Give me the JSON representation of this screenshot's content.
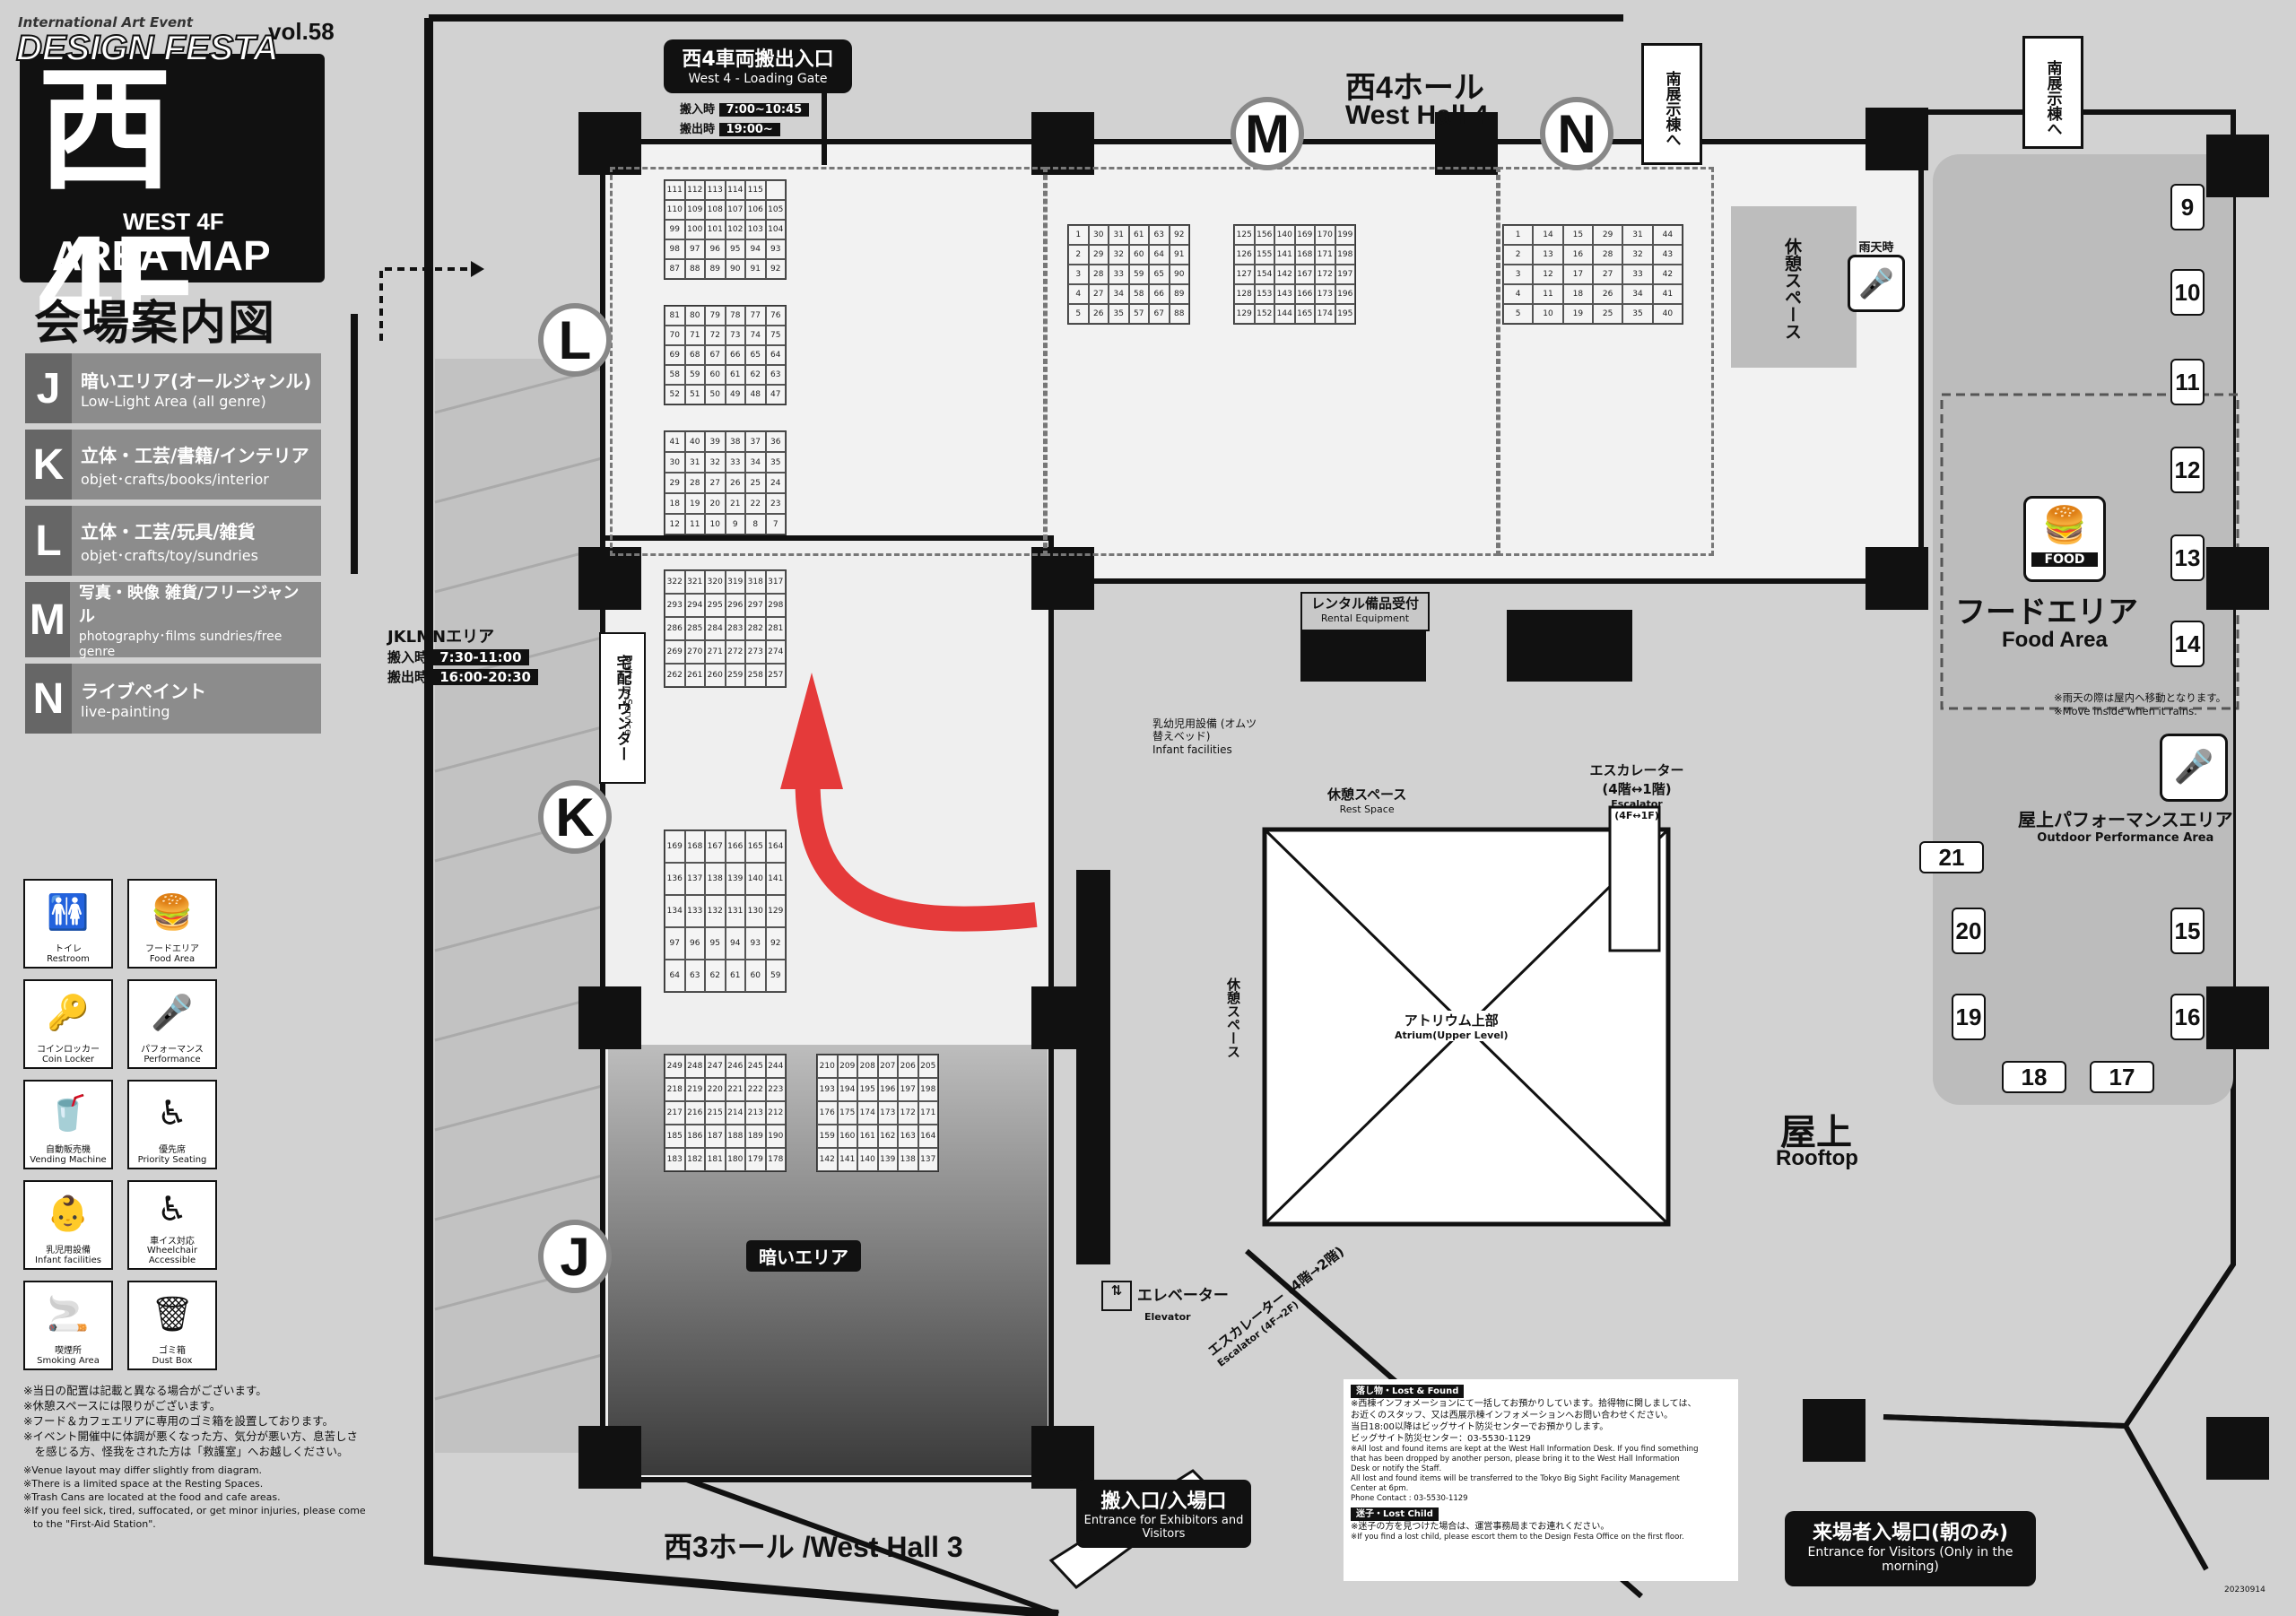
{
  "header": {
    "logo_line1": "International Art Event",
    "logo_line2": "DESIGN FESTA",
    "logo_vol": "vol.58",
    "floor": "西4F",
    "floor_en": "WEST 4F",
    "area_map": "AREA MAP",
    "title_jp": "会場案内図"
  },
  "legend": [
    {
      "letter": "J",
      "jp": "暗いエリア(オールジャンル)",
      "en": "Low-Light Area (all genre)"
    },
    {
      "letter": "K",
      "jp": "立体・工芸/書籍/インテリア",
      "en": "objet･crafts/books/interior"
    },
    {
      "letter": "L",
      "jp": "立体・工芸/玩具/雑貨",
      "en": "objet･crafts/toy/sundries"
    },
    {
      "letter": "M",
      "jp": "写真・映像 雑貨/フリージャンル",
      "en": "photography･films sundries/free genre"
    },
    {
      "letter": "N",
      "jp": "ライブペイント",
      "en": "live-painting"
    }
  ],
  "icons": [
    {
      "icon": "restroom-icon",
      "glyph": "🚻",
      "jp": "トイレ",
      "en": "Restroom"
    },
    {
      "icon": "food-icon",
      "glyph": "🍔",
      "jp": "フードエリア",
      "en": "Food Area"
    },
    {
      "icon": "coin-locker-icon",
      "glyph": "🔑",
      "jp": "コインロッカー",
      "en": "Coin Locker"
    },
    {
      "icon": "performance-icon",
      "glyph": "🎤",
      "jp": "パフォーマンス",
      "en": "Performance"
    },
    {
      "icon": "vending-machine-icon",
      "glyph": "🥤",
      "jp": "自動販売機",
      "en": "Vending Machine"
    },
    {
      "icon": "priority-seating-icon",
      "glyph": "♿",
      "jp": "優先席",
      "en": "Priority Seating"
    },
    {
      "icon": "infant-facilities-icon",
      "glyph": "👶",
      "jp": "乳児用設備",
      "en": "Infant facilities"
    },
    {
      "icon": "wheelchair-icon",
      "glyph": "♿",
      "jp": "車イス対応",
      "en": "Wheelchair Accessible"
    },
    {
      "icon": "smoking-area-icon",
      "glyph": "🚬",
      "jp": "喫煙所",
      "en": "Smoking Area"
    },
    {
      "icon": "dust-box-icon",
      "glyph": "🗑",
      "jp": "ゴミ箱",
      "en": "Dust Box"
    }
  ],
  "notes_left": [
    "※当日の配置は記載と異なる場合がございます。",
    "※休憩スペースには限りがございます。",
    "※フード＆カフェエリアに専用のゴミ箱を設置しております。",
    "※イベント開催中に体調が悪くなった方、気分が悪い方、息苦しさ",
    "　を感じる方、怪我をされた方は「救護室」へお越しください。",
    "※Venue layout may differ slightly from diagram.",
    "※There is a limited space at the Resting Spaces.",
    "※Trash Cans are located at the food and cafe areas.",
    "※If you feel sick, tired, suffocated, or get minor injuries, please come",
    "　to the \"First-Aid Station\"."
  ],
  "zone_circles": [
    "L",
    "K",
    "J",
    "M",
    "N"
  ],
  "jklmn_area": {
    "label": "JKLMNエリア",
    "in_label": "搬入時",
    "in_time": "7:30-11:00",
    "out_label": "搬出時",
    "out_time": "16:00-20:30"
  },
  "loading_gate": {
    "jp": "西4車両搬出入口",
    "en": "West 4 - Loading Gate",
    "in_label": "搬入時",
    "in_time": "7:00~10:45",
    "out_label": "搬出時",
    "out_time": "19:00~"
  },
  "hall": {
    "jp": "西4ホール",
    "en": "West Hall 4"
  },
  "hall3": "西3ホール /West Hall 3",
  "south_signs": [
    {
      "jp": "南展示棟へ",
      "en": "To the South Halls"
    },
    {
      "jp": "南展示棟へ",
      "en": "To the South Halls"
    }
  ],
  "delivery": {
    "jp": "宅配カウンター",
    "en": "Delivery Service"
  },
  "rental": {
    "jp": "レンタル備品受付",
    "en": "Rental Equipment"
  },
  "rest_spaces": [
    {
      "jp": "休憩スペース",
      "en": "Rest Space"
    },
    {
      "jp": "休憩スペース",
      "en": "Rest Space"
    },
    {
      "jp": "休憩スペース",
      "en": "Rest Space"
    }
  ],
  "rainy": "雨天時",
  "food_area": {
    "jp": "フードエリア",
    "en": "Food Area",
    "badge": "FOOD"
  },
  "rain_note": [
    "※雨天の際は屋内へ移動となります。",
    "※Move inside when it rains."
  ],
  "outdoor_perf": {
    "jp": "屋上パフォーマンスエリア",
    "en": "Outdoor Performance Area"
  },
  "rooftop": {
    "jp": "屋上",
    "en": "Rooftop"
  },
  "atrium": {
    "jp": "アトリウム上部",
    "en": "Atrium(Upper Level)"
  },
  "escalator_top": {
    "jp": "エスカレーター (4階↔1階)",
    "en": "Escalator (4F↔1F)"
  },
  "escalator_low": {
    "jp": "エスカレーター (4階→2階)",
    "en": "Escalator (4F→2F)"
  },
  "elevator": {
    "jp": "エレベーター",
    "en": "Elevator"
  },
  "infant": {
    "jp": "乳幼児用設備 (オムツ替えベッド)",
    "en": "Infant facilities"
  },
  "entrance": {
    "jp": "搬入口/入場口",
    "en": "Entrance for Exhibitors and Visitors"
  },
  "visitor_entrance": {
    "jp": "来場者入場口(朝のみ)",
    "en": "Entrance for Visitors (Only in the morning)"
  },
  "dark_area": "暗いエリア",
  "rooftop_booths": [
    "9",
    "10",
    "11",
    "12",
    "13",
    "14",
    "15",
    "16",
    "17",
    "18",
    "19",
    "20",
    "21"
  ],
  "lost_found": {
    "title": "落し物・Lost & Found",
    "lines": [
      "※西棟インフォメーションにて一括してお預かりしています。拾得物に関しましては、",
      "お近くのスタッフ、又は西展示棟インフォメーションへお問い合わせください。",
      "当日18:00以降はビッグサイト防災センターでお預かりします。",
      "ビッグサイト防災センター：03-5530-1129",
      "※All lost and found items are kept at the West Hall Information Desk. If you find something",
      "that has been dropped by another person, please bring it to the West Hall Information",
      "Desk or notify the Staff.",
      "All lost and found items will be transferred to the Tokyo Big Sight Facility Management",
      "Center at 6pm.",
      "Phone Contact : 03-5530-1129"
    ],
    "child_title": "迷子・Lost Child",
    "child_lines": [
      "※迷子の方を見つけた場合は、運営事務局までお連れください。",
      "※If you find a lost child, please escort them to the Design Festa Office on the first floor."
    ]
  },
  "doc_code": "20230914",
  "booth_blocks": [
    {
      "id": "l1",
      "nums": [
        "111",
        "112",
        "113",
        "114",
        "115",
        "",
        "110",
        "109",
        "108",
        "107",
        "106",
        "105",
        "99",
        "100",
        "101",
        "102",
        "103",
        "104",
        "98",
        "97",
        "96",
        "95",
        "94",
        "93",
        "87",
        "88",
        "89",
        "90",
        "91",
        "92"
      ]
    },
    {
      "id": "l2",
      "nums": [
        "81",
        "80",
        "79",
        "78",
        "77",
        "76",
        "70",
        "71",
        "72",
        "73",
        "74",
        "75",
        "69",
        "68",
        "67",
        "66",
        "65",
        "64",
        "58",
        "59",
        "60",
        "61",
        "62",
        "63",
        "52",
        "51",
        "50",
        "49",
        "48",
        "47"
      ]
    },
    {
      "id": "l3",
      "nums": [
        "41",
        "40",
        "39",
        "38",
        "37",
        "36",
        "30",
        "31",
        "32",
        "33",
        "34",
        "35",
        "29",
        "28",
        "27",
        "26",
        "25",
        "24",
        "18",
        "19",
        "20",
        "21",
        "22",
        "23",
        "12",
        "11",
        "10",
        "9",
        "8",
        "7"
      ]
    },
    {
      "id": "k1",
      "nums": [
        "322",
        "321",
        "320",
        "319",
        "318",
        "317",
        "293",
        "294",
        "295",
        "296",
        "297",
        "298",
        "286",
        "285",
        "284",
        "283",
        "282",
        "281",
        "269",
        "270",
        "271",
        "272",
        "273",
        "274",
        "262",
        "261",
        "260",
        "259",
        "258",
        "257"
      ]
    },
    {
      "id": "k2",
      "nums": [
        "169",
        "168",
        "167",
        "166",
        "165",
        "164",
        "136",
        "137",
        "138",
        "139",
        "140",
        "141",
        "134",
        "133",
        "132",
        "131",
        "130",
        "129",
        "97",
        "96",
        "95",
        "94",
        "93",
        "92",
        "64",
        "63",
        "62",
        "61",
        "60",
        "59"
      ]
    },
    {
      "id": "j1",
      "nums": [
        "249",
        "248",
        "247",
        "246",
        "245",
        "244",
        "218",
        "219",
        "220",
        "221",
        "222",
        "223",
        "217",
        "216",
        "215",
        "214",
        "213",
        "212",
        "185",
        "186",
        "187",
        "188",
        "189",
        "190",
        "183",
        "182",
        "181",
        "180",
        "179",
        "178"
      ]
    },
    {
      "id": "j2",
      "nums": [
        "210",
        "209",
        "208",
        "207",
        "206",
        "205",
        "193",
        "194",
        "195",
        "196",
        "197",
        "198",
        "176",
        "175",
        "174",
        "173",
        "172",
        "171",
        "159",
        "160",
        "161",
        "162",
        "163",
        "164",
        "142",
        "141",
        "140",
        "139",
        "138",
        "137"
      ]
    },
    {
      "id": "m1",
      "nums": [
        "1",
        "30",
        "31",
        "61",
        "63",
        "92",
        "2",
        "29",
        "32",
        "60",
        "64",
        "91",
        "3",
        "28",
        "33",
        "59",
        "65",
        "90",
        "4",
        "27",
        "34",
        "58",
        "66",
        "89",
        "5",
        "26",
        "35",
        "57",
        "67",
        "88"
      ]
    },
    {
      "id": "m2",
      "nums": [
        "125",
        "156",
        "140",
        "169",
        "170",
        "199",
        "126",
        "155",
        "141",
        "168",
        "171",
        "198",
        "127",
        "154",
        "142",
        "167",
        "172",
        "197",
        "128",
        "153",
        "143",
        "166",
        "173",
        "196",
        "129",
        "152",
        "144",
        "165",
        "174",
        "195"
      ]
    },
    {
      "id": "n1",
      "nums": [
        "1",
        "14",
        "15",
        "29",
        "31",
        "44",
        "2",
        "13",
        "16",
        "28",
        "32",
        "43",
        "3",
        "12",
        "17",
        "27",
        "33",
        "42",
        "4",
        "11",
        "18",
        "26",
        "34",
        "41",
        "5",
        "10",
        "19",
        "25",
        "35",
        "40"
      ]
    }
  ]
}
